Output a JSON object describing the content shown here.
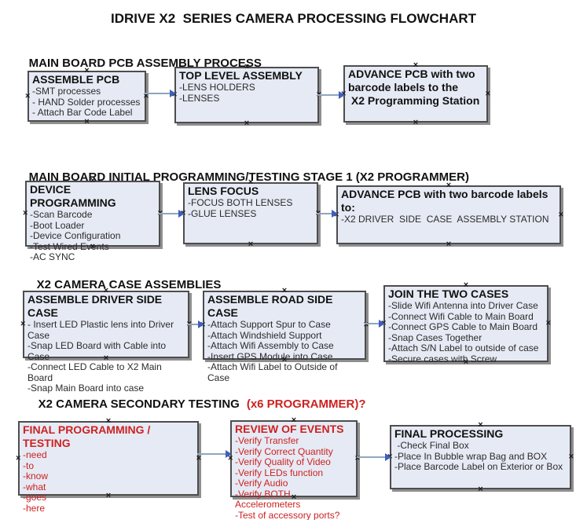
{
  "title": "IDRIVE X2  SERIES CAMERA PROCESSING FLOWCHART",
  "colors": {
    "box_fill": "#e6eaf4",
    "box_border": "#4d4d4d",
    "box_shadow": "#8f8f8f",
    "connector_line": "#8fa5bd",
    "arrowhead_blue": "#3f5ebd",
    "alert_red": "#cc2222",
    "text_black": "#1c1c1c"
  },
  "sections": [
    {
      "header": "MAIN BOARD PCB ASSEMBLY PROCESS",
      "boxes": [
        {
          "title": "ASSEMBLE PCB",
          "items": [
            "-SMT processes",
            "- HAND Solder processes",
            "- Attach Bar Code Label"
          ]
        },
        {
          "title": "TOP LEVEL ASSEMBLY",
          "items": [
            "-LENS HOLDERS",
            "-LENSES"
          ]
        },
        {
          "title": "ADVANCE PCB with two\nbarcode labels to the\n X2 Programming Station",
          "items": []
        }
      ]
    },
    {
      "header": "MAIN BOARD INITIAL PROGRAMMING/TESTING STAGE 1 (X2 PROGRAMMER)",
      "boxes": [
        {
          "title": "DEVICE PROGRAMMING",
          "items": [
            "-Scan Barcode",
            "-Boot Loader",
            "-Device Configuration",
            "-Test Wired Events",
            "-AC SYNC"
          ]
        },
        {
          "title": "LENS FOCUS",
          "items": [
            "-FOCUS BOTH LENSES",
            "-GLUE LENSES"
          ]
        },
        {
          "title": "ADVANCE PCB with two barcode labels to:",
          "items": [
            "-X2 DRIVER  SIDE  CASE  ASSEMBLY STATION"
          ]
        }
      ]
    },
    {
      "header": "X2 CAMERA CASE ASSEMBLIES",
      "boxes": [
        {
          "title": "ASSEMBLE DRIVER SIDE CASE",
          "items": [
            "- Insert LED Plastic lens into Driver Case",
            "-Snap LED Board with Cable into Case",
            "-Connect LED Cable to X2 Main Board",
            "-Snap Main Board into case"
          ]
        },
        {
          "title": "ASSEMBLE ROAD SIDE CASE",
          "items": [
            "-Attach Support Spur to Case",
            "-Attach Windshield Support",
            "-Attach Wifi Assembly to Case",
            "-Insert GPS Module into Case",
            "-Attach Wifi Label to Outside of Case"
          ]
        },
        {
          "title": "JOIN THE TWO CASES",
          "items": [
            "-Slide Wifi Antenna into Driver Case",
            "-Connect Wifi Cable to Main Board",
            "-Connect GPS Cable to Main Board",
            "-Snap Cases Together",
            "-Attach S/N Label to outside of case",
            "-Secure cases with Screw"
          ]
        }
      ]
    },
    {
      "header": "X2 CAMERA SECONDARY TESTING",
      "header_red": "(x6 PROGRAMMER)?",
      "boxes": [
        {
          "title": "FINAL PROGRAMMING / TESTING",
          "items": [
            "-need",
            "-to",
            "-know",
            "-what",
            "-goes",
            "-here"
          ]
        },
        {
          "title": "REVIEW OF EVENTS",
          "items": [
            "-Verify Transfer",
            "-Verify Correct Quantity",
            "-Verify Quality of Video",
            "-Verify LEDs function",
            "-Verify Audio",
            "-Verify BOTH Accelerometers",
            "-Test of accessory ports?"
          ]
        },
        {
          "title": "FINAL PROCESSING",
          "items": [
            " -Check Final Box",
            "-Place In Bubble wrap Bag and BOX",
            "-Place Barcode Label on Exterior or Box"
          ]
        }
      ]
    }
  ]
}
